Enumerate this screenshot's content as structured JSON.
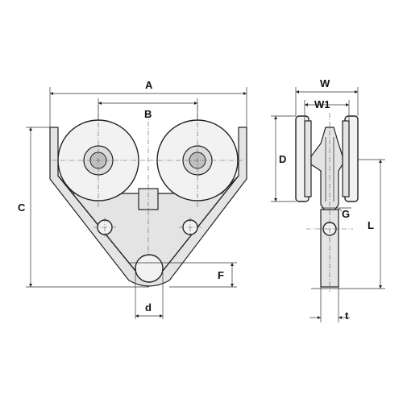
{
  "diagram": {
    "front_view_labels": {
      "A": "A",
      "B": "B",
      "C": "C",
      "F": "F",
      "d": "d"
    },
    "side_view_labels": {
      "W": "W",
      "W1": "W1",
      "D": "D",
      "G": "G",
      "L": "L",
      "t": "t"
    }
  }
}
